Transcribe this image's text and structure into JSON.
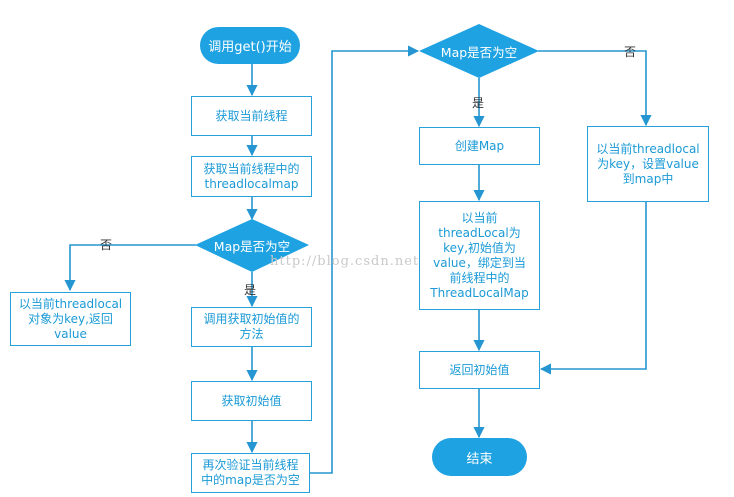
{
  "diagram": {
    "nodes": {
      "start": "调用get()开始",
      "get_thread": "获取当前线程",
      "get_map": [
        "获取当前线程中的",
        "threadlocalmap"
      ],
      "map_empty_1": "Map是否为空",
      "return_value": [
        "以当前threadlocal",
        "对象为key,返回",
        "value"
      ],
      "call_init": [
        "调用获取初始值的",
        "方法"
      ],
      "get_init": "获取初始值",
      "recheck": [
        "再次验证当前线程",
        "中的map是否为空"
      ],
      "map_empty_2": "Map是否为空",
      "create_map": "创建Map",
      "init_map": [
        "以当前",
        "threadLocal为",
        "key,初始值为",
        "value，绑定到当",
        "前线程中的",
        "ThreadLocalMap"
      ],
      "set_value": [
        "以当前threadlocal",
        "为key，设置value",
        "到map中"
      ],
      "return_init": "返回初始值",
      "end": "结束"
    },
    "edge_labels": {
      "no_1": "否",
      "yes_1": "是",
      "yes_2": "是",
      "no_2": "否"
    },
    "watermark": "http://blog.csdn.net/"
  },
  "colors": {
    "accent": "#1ea2e2",
    "border": "#27a1d9",
    "text": "#1b9ad6",
    "line": "#2596d1"
  }
}
